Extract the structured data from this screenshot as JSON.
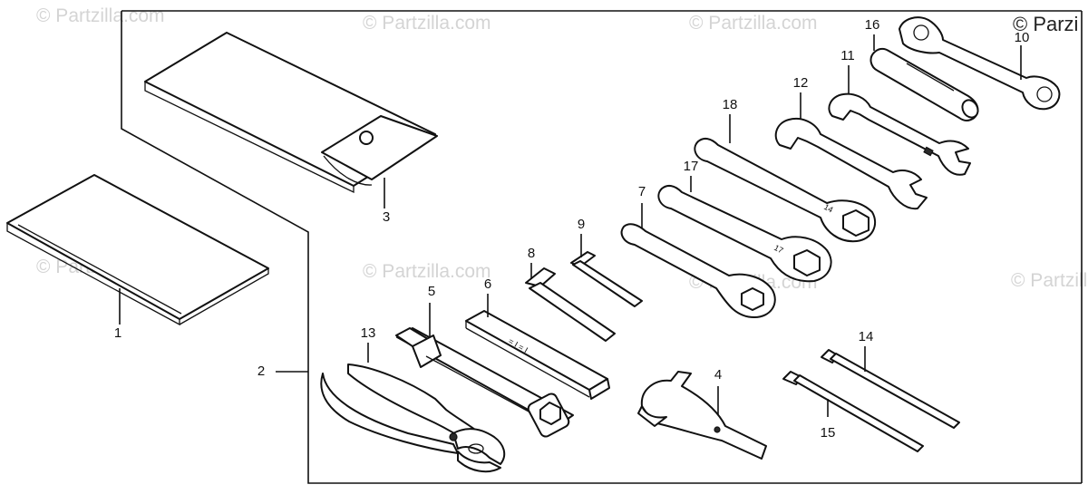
{
  "watermark": {
    "text": "© Partzilla.com"
  },
  "copyright_corner": "© Parzi",
  "callouts": {
    "c1": "1",
    "c2": "2",
    "c3": "3",
    "c4": "4",
    "c5": "5",
    "c6": "6",
    "c7": "7",
    "c8": "8",
    "c9": "9",
    "c10": "10",
    "c11": "11",
    "c12": "12",
    "c13": "13",
    "c14": "14",
    "c15": "15",
    "c16": "16",
    "c17": "17",
    "c18": "18"
  },
  "stamp_text": {
    "wrench_a": "14",
    "wrench_b": "17"
  }
}
